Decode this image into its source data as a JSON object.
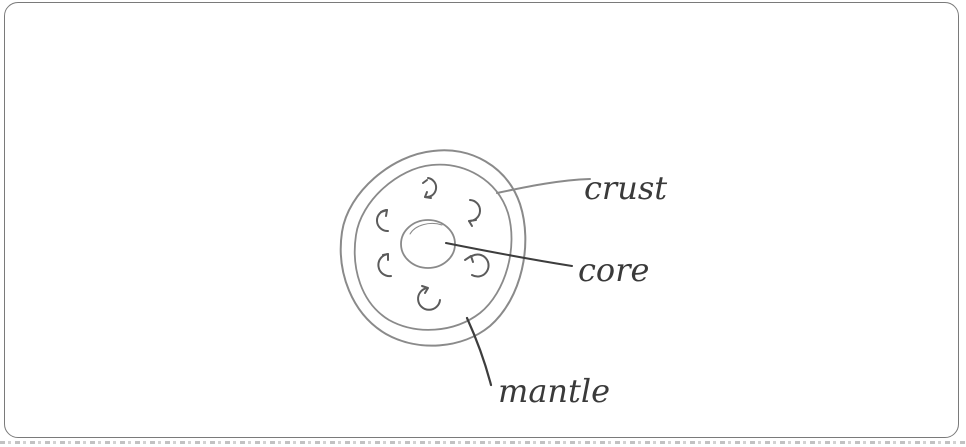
{
  "diagram": {
    "labels": {
      "crust": "crust",
      "core": "core",
      "mantle": "mantle"
    },
    "icons": {
      "convection_arrow": "curved-circular-arrow-icon"
    },
    "colors": {
      "ink": "#3d3d3d",
      "frame": "#7a7a7a",
      "background": "#ffffff"
    }
  }
}
